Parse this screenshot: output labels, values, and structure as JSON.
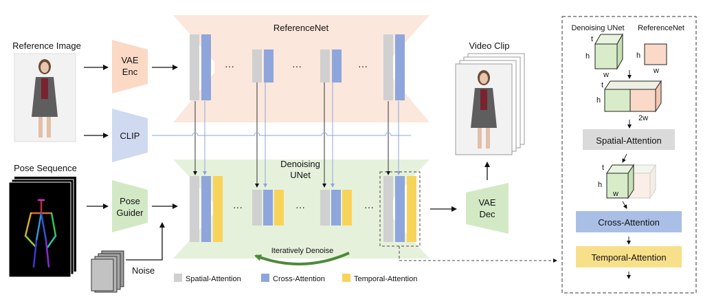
{
  "inputs": {
    "reference_image_label": "Reference Image",
    "pose_sequence_label": "Pose Sequence",
    "noise_label": "Noise"
  },
  "modules": {
    "vae_enc": [
      "VAE",
      "Enc"
    ],
    "clip": "CLIP",
    "pose_guider": [
      "Pose",
      "Guider"
    ],
    "vae_dec": [
      "VAE",
      "Dec"
    ]
  },
  "networks": {
    "referencenet_label": "ReferenceNet",
    "denoising_unet_label": [
      "Denoising",
      "UNet"
    ],
    "iteratively_denoise_label": "Iteratively Denoise",
    "ellipsis": "···"
  },
  "output": {
    "video_clip_label": "Video Clip"
  },
  "legend": {
    "items": [
      {
        "label": "Spatial-Attention",
        "color": "#d0d0d0"
      },
      {
        "label": "Cross-Attention",
        "color": "#8ea6dc"
      },
      {
        "label": "Temporal-Attention",
        "color": "#f8d35a"
      }
    ]
  },
  "detail_panel": {
    "denoising_unet_label": "Denoising UNet",
    "referencenet_label": "ReferenceNet",
    "dims": {
      "h": "h",
      "w": "w",
      "t": "t",
      "two_w": "2w"
    },
    "spatial_attention_label": "Spatial-Attention",
    "cross_attention_label": "Cross-Attention",
    "temporal_attention_label": "Temporal-Attention"
  },
  "colors": {
    "referencenet_bg": "#fbe7dc",
    "unet_bg": "#e6f1dc",
    "vae_enc_fill": "#fbd9c5",
    "clip_fill": "#cfdaf1",
    "pose_guider_fill": "#d3e9c5",
    "vae_dec_fill": "#d3e9c5",
    "spatial": "#d0d0d0",
    "cross": "#8ea6dc",
    "temporal": "#f8d35a",
    "cube_green": "#d8ecca",
    "cube_pink": "#fbd9c8",
    "cross_attention_box": "#a9bfe6",
    "temporal_attention_box": "#f8e08a",
    "spatial_attention_box": "#dadada",
    "arrow_green": "#4e8a3a"
  }
}
